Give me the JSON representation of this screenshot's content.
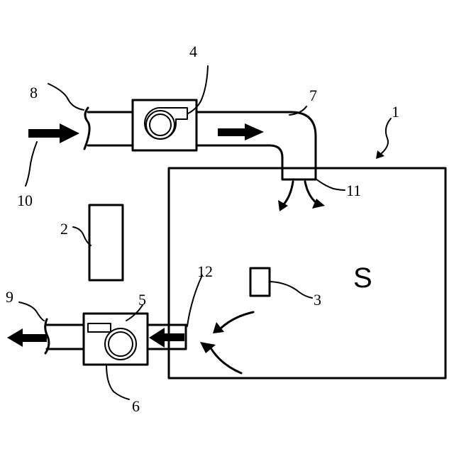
{
  "labels": {
    "room": "1",
    "device_2": "2",
    "sensor": "3",
    "supply_fan": "4",
    "exhaust_fan": "5",
    "exhaust_housing": "6",
    "supply_duct": "7",
    "supply_inlet": "8",
    "exhaust_outlet": "9",
    "supply_arrow": "10",
    "diffuser": "11",
    "exhaust_port": "12",
    "space": "S"
  },
  "colors": {
    "line": "#000000",
    "background": "#ffffff"
  }
}
